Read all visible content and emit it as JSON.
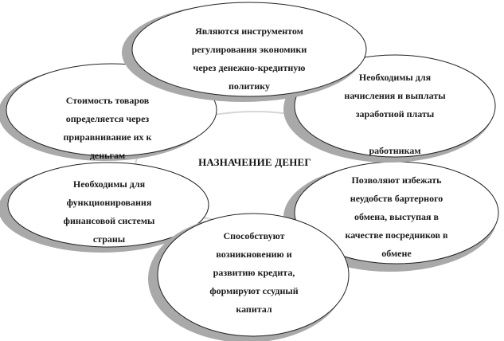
{
  "diagram": {
    "title": "НАЗНАЧЕНИЕ ДЕНЕГ",
    "nodes": [
      {
        "id": "economy",
        "text": "Являются инструментом\nрегулирования экономики\nчерез денежно-кредитную\nполитику"
      },
      {
        "id": "wages",
        "text": "Необходимы для\nначисления и выплаты\nзаработной платы\n\nработникам"
      },
      {
        "id": "barter",
        "text": "Позволяют избежать\nнеудобств бартерного\nобмена, выступая в\nкачестве посредников в\nобмене"
      },
      {
        "id": "credit",
        "text": "Способствуют\nвозникновению и\nразвитию кредита,\nформируют ссудный\nкапитал"
      },
      {
        "id": "finance",
        "text": "Необходимы для\nфункционирования\nфинансовой системы\nстраны"
      },
      {
        "id": "price",
        "text": "Стоимость товаров\nопределяется через\nприравнивание их к\nденьгам"
      }
    ],
    "colors": {
      "ellipse_fill": "#ffffff",
      "ellipse_stroke": "#222222",
      "shadow": "#a9a9a9",
      "ring": "#d6d6d6"
    }
  }
}
